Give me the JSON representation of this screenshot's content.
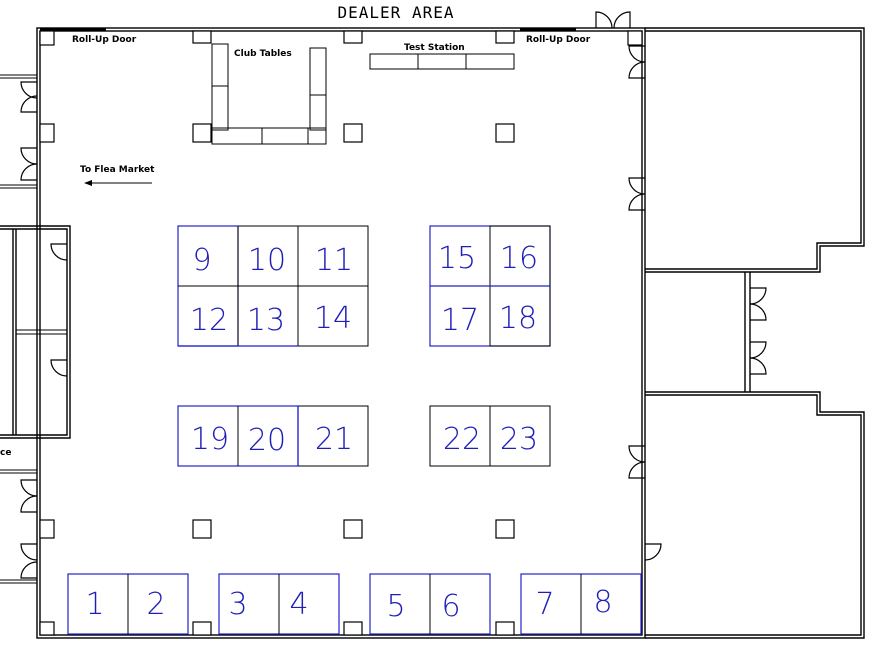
{
  "title": "DEALER AREA",
  "labels": {
    "rollup_left": "Roll-Up Door",
    "rollup_right": "Roll-Up Door",
    "club_tables": "Club Tables",
    "test_station": "Test Station",
    "to_flea_market": "To Flea Market",
    "cut_off_left": "ce"
  },
  "colors": {
    "booth_blue": "#2222cc",
    "wall": "#000000"
  },
  "booths": {
    "b1": "1",
    "b2": "2",
    "b3": "3",
    "b4": "4",
    "b5": "5",
    "b6": "6",
    "b7": "7",
    "b8": "8",
    "b9": "9",
    "b10": "10",
    "b11": "11",
    "b12": "12",
    "b13": "13",
    "b14": "14",
    "b15": "15",
    "b16": "16",
    "b17": "17",
    "b18": "18",
    "b19": "19",
    "b20": "20",
    "b21": "21",
    "b22": "22",
    "b23": "23"
  }
}
